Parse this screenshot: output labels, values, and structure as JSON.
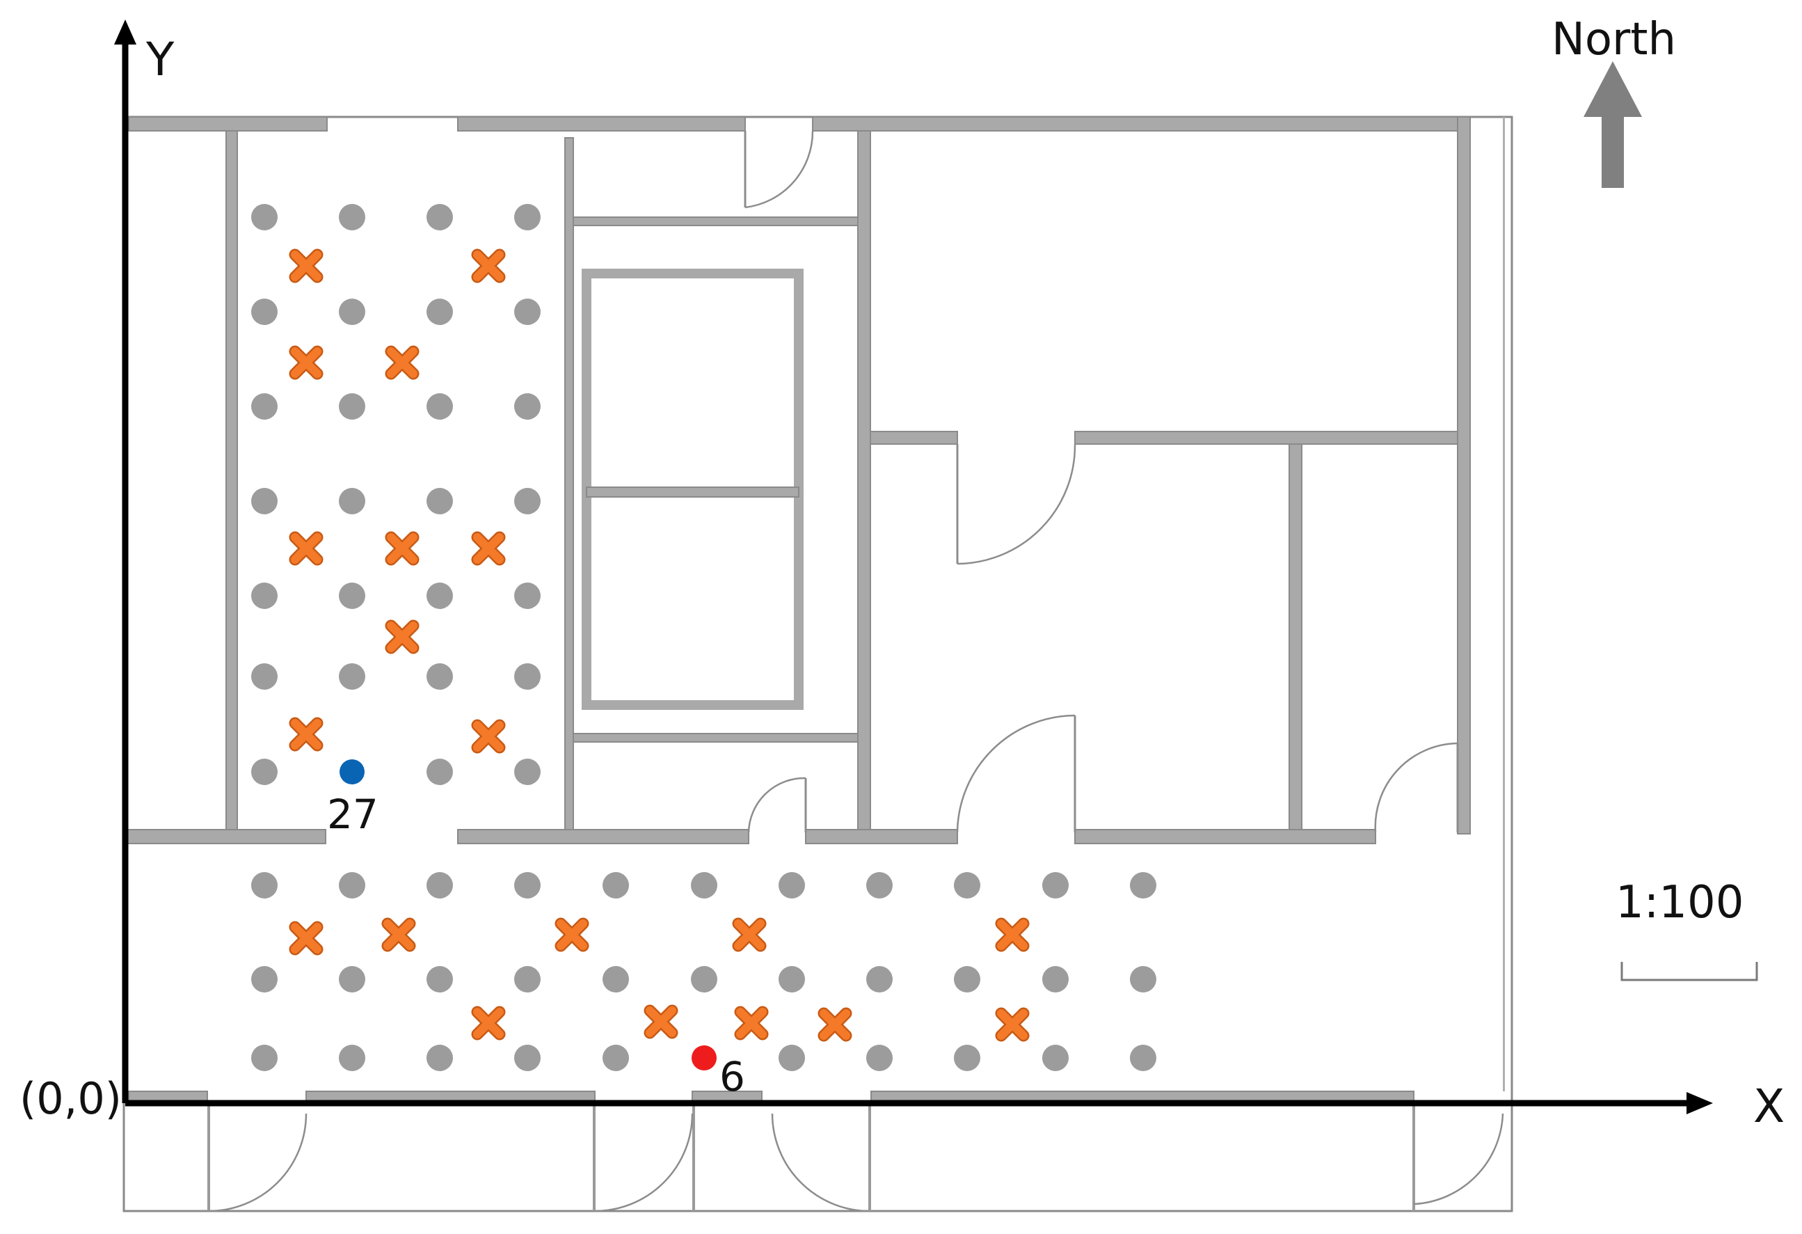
{
  "labels": {
    "y_axis": "Y",
    "x_axis": "X",
    "origin": "(0,0)",
    "north": "North",
    "scale": "1:100"
  },
  "markers": {
    "blue_point_label": "27",
    "red_point_label": "6"
  },
  "colors": {
    "reference_point": "#9c9c9c",
    "cross": "#f47a2a",
    "blue_point": "#0a64b4",
    "red_point": "#ee1c1c",
    "wall": "#a9a9a9",
    "north_arrow": "#808080"
  },
  "icons": {
    "reference_point": "gray-circle-icon",
    "access_point": "orange-cross-icon",
    "north": "north-arrow-icon",
    "scale": "scale-bar-icon"
  }
}
